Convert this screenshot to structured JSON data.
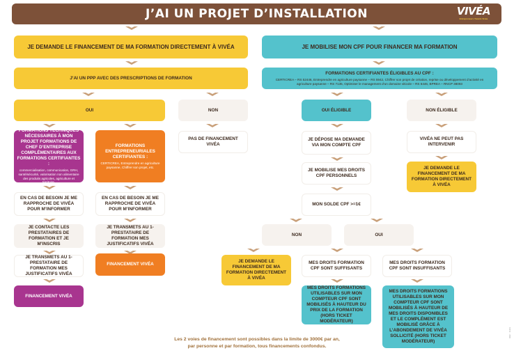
{
  "header": {
    "title": "J’AI UN PROJET D’INSTALLATION",
    "logo": "VIVÉA",
    "logo_tagline": "Entrepreneurs Vivants Vivéa"
  },
  "left": {
    "top": "JE DEMANDE LE FINANCEMENT DE MA FORMATION DIRECTEMENT À VIVÉA",
    "ppp": "J’AI UN PPP AVEC DES PRESCRIPTIONS DE FORMATION",
    "oui": "OUI",
    "non": "NON",
    "no_funding": "PAS DE FINANCEMENT VIVÉA",
    "purple_title": "FORMATIONS TECHNIQUES NÉCESSAIRES À MON PROJET FORMATIONS DE CHEF D’ENTREPRISE COMPLÉMENTAIRES AUX FORMATIONS CERTIFIANTES :",
    "purple_sub": "commercialisation, communication, GRH, santé/sécurité, valorisation non alimentaire des produits agricoles, agriculture et territoire.",
    "orange_title": "FORMATIONS ENTREPRENEURIALES CERTIFIANTES :",
    "orange_sub": "CERTICREA, Entreprendre en agriculture paysanne, Chiffrer son projet, etc.",
    "purple_step1": "EN CAS DE BESOIN JE ME RAPPROCHE DE VIVÉA POUR M’INFORMER",
    "purple_step2": "JE CONTACTE LES PRESTATAIRES DE FORMATION ET JE M’INSCRIS",
    "purple_step3": "JE TRANSMETS AU 1-PRESTATAIRE DE FORMATION MES JUSTIFICATIFS VIVÉA",
    "purple_end": "FINANCEMENT VIVÉA",
    "orange_step1": "EN CAS DE BESOIN JE ME RAPPROCHE DE VIVÉA POUR M’INFORMER",
    "orange_step2": "JE TRANSMETS AU 1-PRESTATAIRE DE FORMATION MES JUSTIFICATIFS VIVÉA",
    "orange_end": "FINANCEMENT VIVÉA"
  },
  "right": {
    "top": "JE MOBILISE MON CPF POUR FINANCER MA FORMATION",
    "cert_title": "FORMATIONS CERTIFIANTES ÉLIGIBLES AU CPF :",
    "cert_sub": "CERTICREA – RS 52446, Entreprendre en agriculture paysanne – RS 5942, Chiffrer son projet de création, reprise ou développement d’activité en agriculture paysanne – RS 7135, Optimiser le management d’un domaine viticole – RS 6446, BPREA – RNCP 38093",
    "oui_eligible": "OUI ÉLIGIBLE",
    "non_eligible": "NON ÉLIGIBLE",
    "step1": "JE DÉPOSE MA DEMANDE VIA MON COMPTE CPF",
    "step2": "JE MOBILISE MES DROITS CPF PERSONNELS",
    "step3": "MON SOLDE CPF >=1€",
    "vivea_cant": "VIVÉA NE PEUT PAS INTERVENIR",
    "ask_vivea": "JE DEMANDE LE FINANCEMENT DE MA FORMATION DIRECTEMENT À VIVÉA",
    "non": "NON",
    "oui": "OUI",
    "ask_vivea2": "JE DEMANDE LE FINANCEMENT DE MA FORMATION DIRECTEMENT À VIVÉA",
    "sufficient": "MES DROITS FORMATION CPF SONT SUFFISANTS",
    "insufficient": "MES DROITS FORMATION CPF SONT INSUFFISANTS",
    "teal_left": "MES DROITS FORMATIONS UTILISABLES SUR MON COMPTEUR CPF SONT MOBILISÉS À HAUTEUR DU PRIX DE LA FORMATION (HORS TICKET MODÉRATEUR)",
    "teal_right": "MES DROITS FORMATIONS UTILISABLES SUR MON COMPTEUR CPF SONT MOBILISÉS À HAUTEUR DE MES DROITS DISPONIBLES ET LE COMPLÉMENT EST MOBILISÉ GRÂCE À L’ABONDEMENT DE VIVÉA SOLLICITÉ (HORS TICKET MODÉRATEUR)"
  },
  "footer": {
    "line1": "Les 2 voies de financement sont possibles dans la limite de 3000€ par an,",
    "line2": "par personne et par formation, tous financements confondus."
  },
  "side_ref": "REF : 11/23"
}
